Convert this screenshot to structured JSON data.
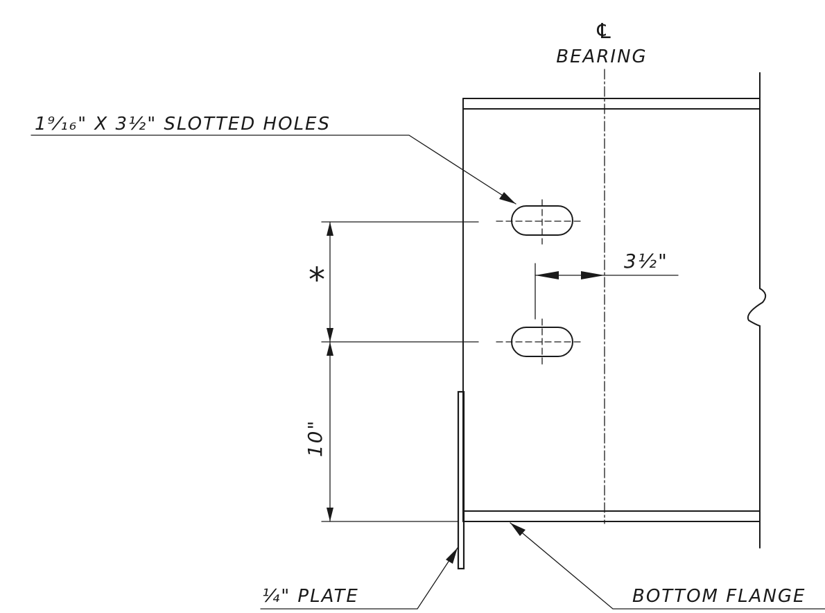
{
  "labels": {
    "centerline_symbol": "℄",
    "centerline_text": "BEARING",
    "slotted_holes": "1⁹⁄₁₆\" X 3½\" SLOTTED HOLES",
    "horizontal_dim": "3½\"",
    "vertical_dim_star": "*",
    "vertical_dim_ten": "10\"",
    "plate": "¼\" PLATE",
    "bottom_flange": "BOTTOM FLANGE"
  },
  "colors": {
    "ink": "#1a1a1a",
    "paper": "#ffffff"
  }
}
